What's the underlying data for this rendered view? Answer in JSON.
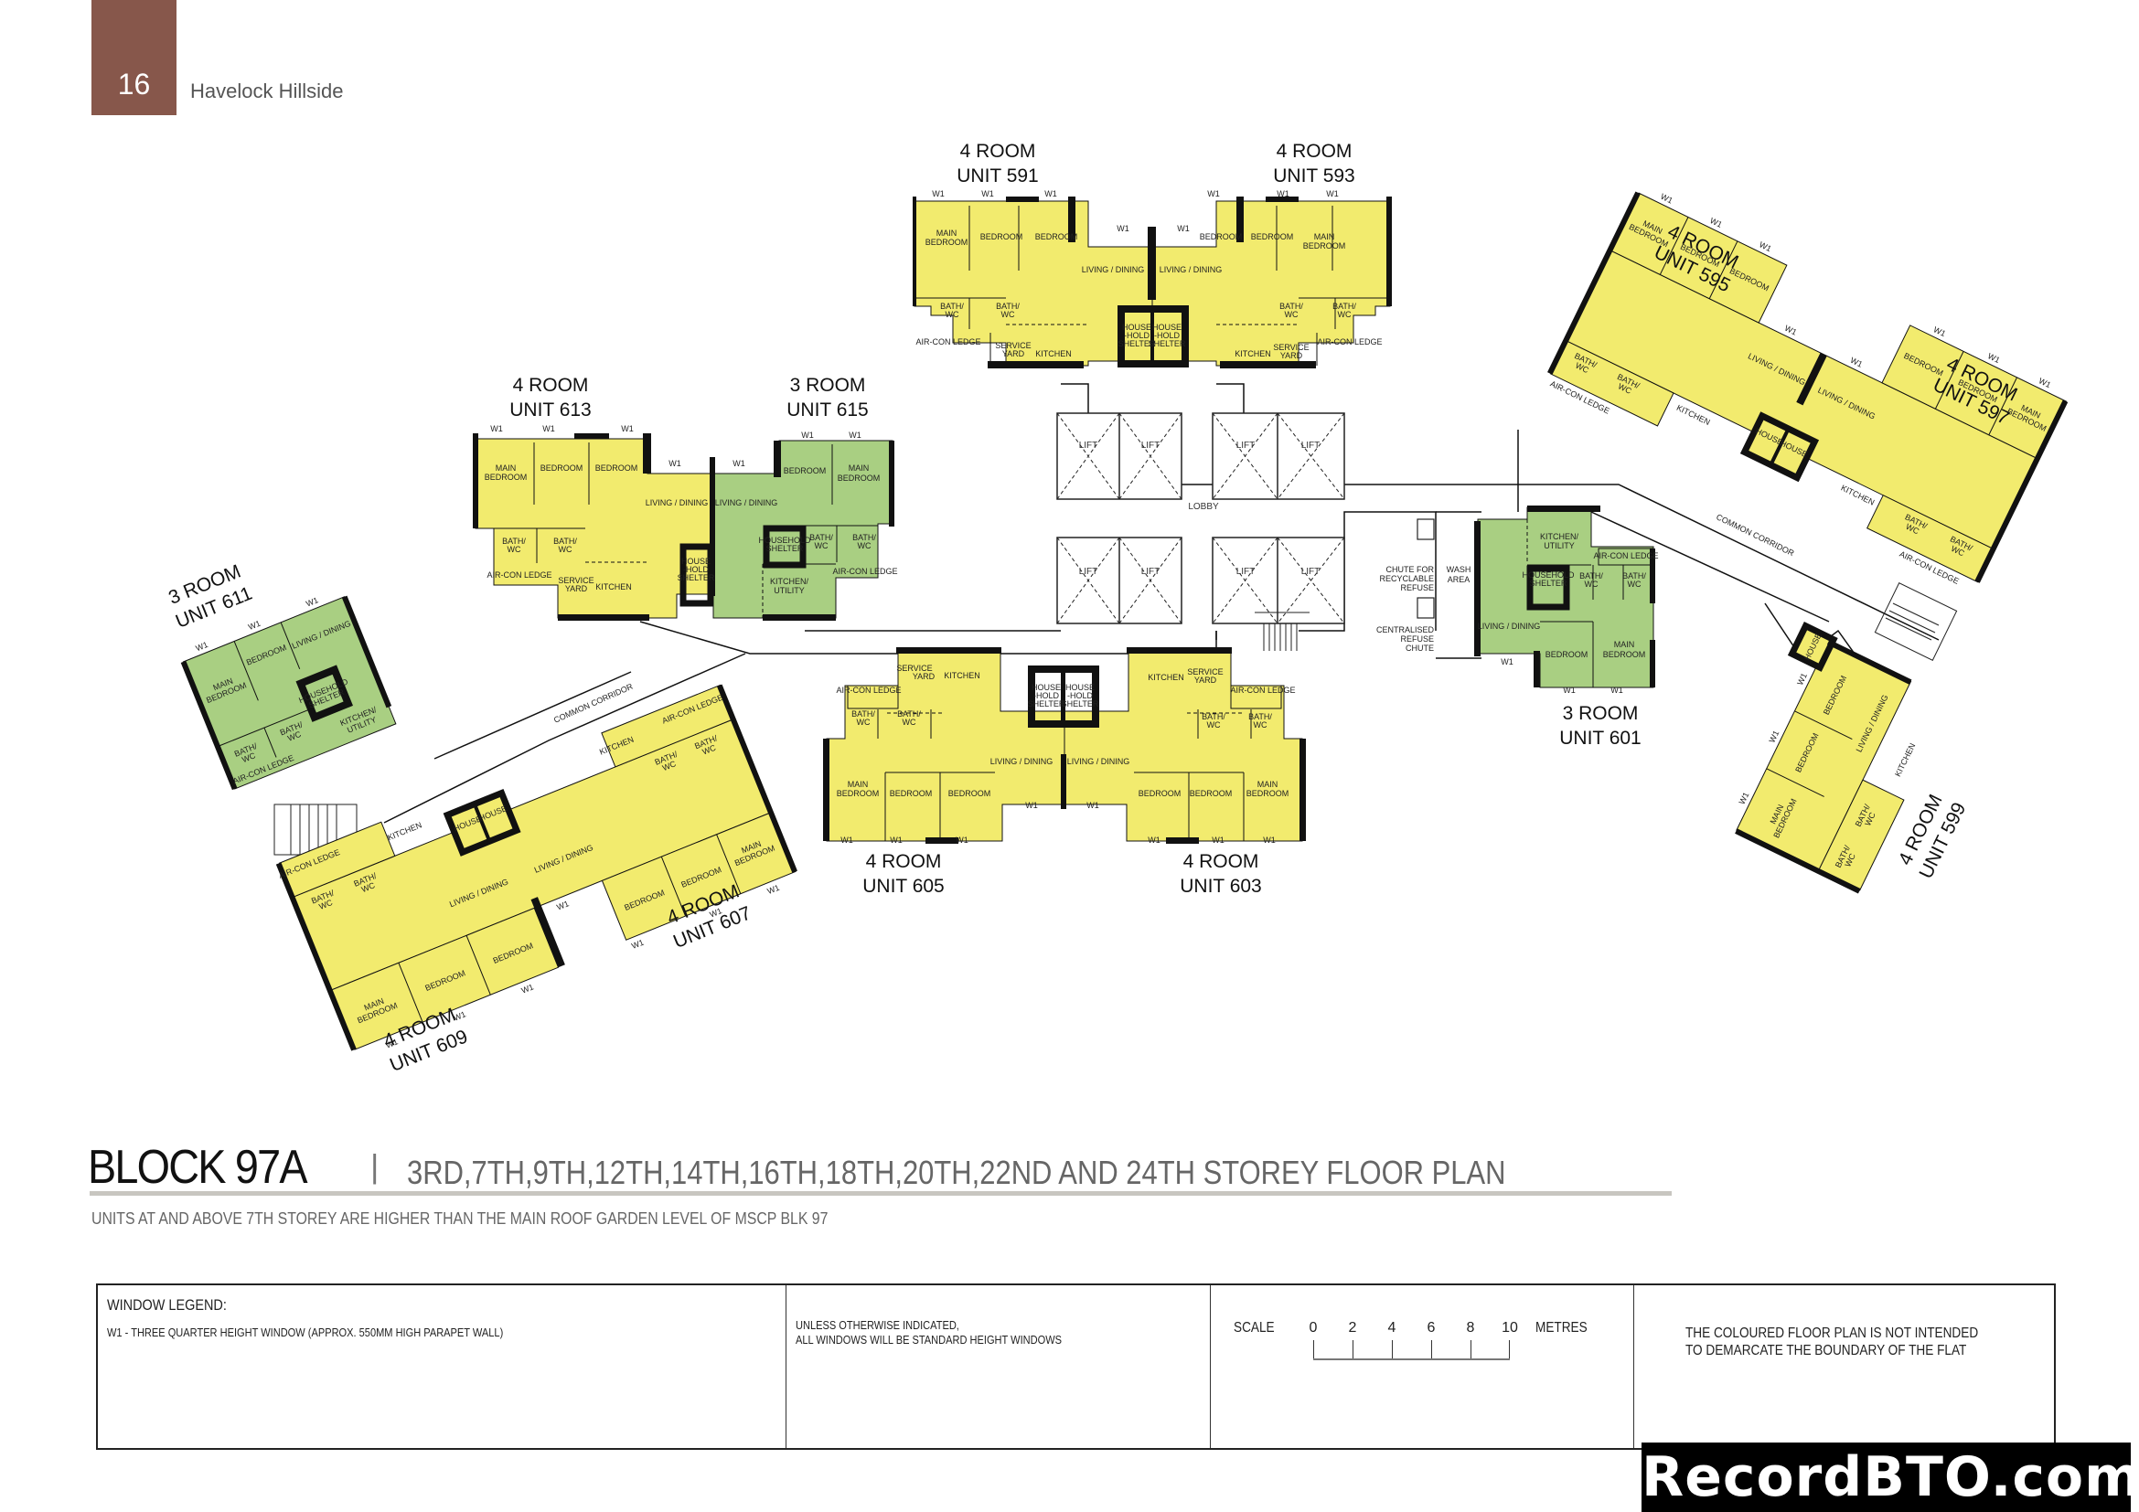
{
  "header": {
    "page_number": "16",
    "document_title": "Havelock Hillside"
  },
  "colors": {
    "four_room": "#f2eb6e",
    "three_room": "#a9cf82",
    "wall": "#111111",
    "page_tab": "#87574b",
    "rule": "#c8c6c0"
  },
  "plan": {
    "title": "BLOCK 97A",
    "separator": "|",
    "storeys": "3RD,7TH,9TH,12TH,14TH,16TH,18TH,20TH,22ND AND 24TH STOREY FLOOR PLAN",
    "note": "UNITS AT AND ABOVE 7TH STOREY ARE HIGHER THAN THE MAIN ROOF GARDEN LEVEL OF MSCP BLK 97",
    "units": [
      {
        "type": "4 ROOM",
        "unit": "UNIT 591",
        "color": "yellow"
      },
      {
        "type": "4 ROOM",
        "unit": "UNIT 593",
        "color": "yellow"
      },
      {
        "type": "4 ROOM",
        "unit": "UNIT 595",
        "color": "yellow"
      },
      {
        "type": "4 ROOM",
        "unit": "UNIT 597",
        "color": "yellow"
      },
      {
        "type": "4 ROOM",
        "unit": "UNIT 599",
        "color": "yellow"
      },
      {
        "type": "3 ROOM",
        "unit": "UNIT 601",
        "color": "green"
      },
      {
        "type": "4 ROOM",
        "unit": "UNIT 603",
        "color": "yellow"
      },
      {
        "type": "4 ROOM",
        "unit": "UNIT 605",
        "color": "yellow"
      },
      {
        "type": "4 ROOM",
        "unit": "UNIT 607",
        "color": "yellow"
      },
      {
        "type": "4 ROOM",
        "unit": "UNIT 609",
        "color": "yellow"
      },
      {
        "type": "3 ROOM",
        "unit": "UNIT 611",
        "color": "green"
      },
      {
        "type": "4 ROOM",
        "unit": "UNIT 613",
        "color": "yellow"
      },
      {
        "type": "3 ROOM",
        "unit": "UNIT 615",
        "color": "green"
      }
    ],
    "rooms": {
      "main_bedroom": "MAIN BEDROOM",
      "bedroom": "BEDROOM",
      "living_dining": "LIVING / DINING",
      "bath_wc": "BATH/ WC",
      "kitchen": "KITCHEN",
      "kitchen_utility": "KITCHEN/ UTILITY",
      "service_yard": "SERVICE YARD",
      "aircon_ledge": "AIR-CON LEDGE",
      "household_shelter": "HOUSE -HOLD SHELTER",
      "window": "W1"
    },
    "common": {
      "lift": "LIFT",
      "lobby": "LOBBY",
      "common_corridor": "COMMON CORRIDOR",
      "chute_recyclable": "CHUTE FOR RECYCLABLE REFUSE",
      "wash_area": "WASH AREA",
      "refuse_chute": "CENTRALISED REFUSE CHUTE"
    }
  },
  "legend": {
    "window_title": "WINDOW LEGEND:",
    "w1_desc": "W1 -  THREE QUARTER HEIGHT WINDOW (APPROX. 550MM HIGH PARAPET WALL)",
    "window_note_1": "UNLESS OTHERWISE INDICATED,",
    "window_note_2": "ALL WINDOWS WILL BE STANDARD HEIGHT WINDOWS",
    "scale_label": "SCALE",
    "scale_ticks": [
      "0",
      "2",
      "4",
      "6",
      "8",
      "10"
    ],
    "scale_unit": "METRES",
    "disclaimer_1": "THE COLOURED FLOOR PLAN IS NOT INTENDED",
    "disclaimer_2": "TO DEMARCATE THE BOUNDARY OF THE FLAT"
  },
  "watermark": "RecordBTO.com"
}
